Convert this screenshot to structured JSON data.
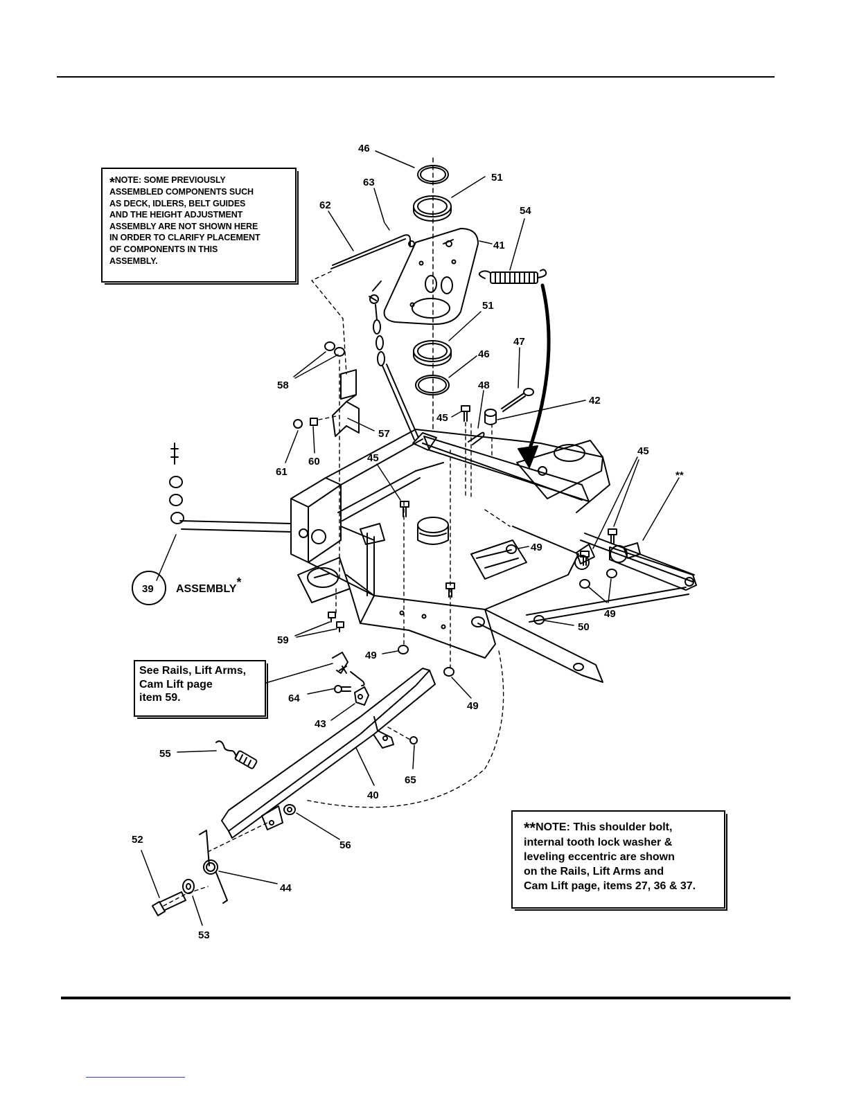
{
  "notes": {
    "deck_note": {
      "star": "*",
      "lines": [
        "NOTE: SOME PREVIOUSLY",
        "ASSEMBLED COMPONENTS SUCH",
        "AS DECK, IDLERS, BELT GUIDES",
        "AND THE HEIGHT ADJUSTMENT",
        "ASSEMBLY ARE NOT SHOWN HERE",
        "IN ORDER TO CLARIFY PLACEMENT",
        "OF COMPONENTS IN THIS",
        "ASSEMBLY."
      ]
    },
    "rails_note": {
      "lines": [
        "See Rails, Lift Arms,",
        "Cam Lift page",
        "item 59."
      ]
    },
    "bolt_note": {
      "star": "**",
      "lines": [
        "NOTE: This shoulder bolt,",
        "internal tooth lock washer &",
        "leveling eccentric are shown",
        "on the Rails, Lift Arms and",
        "Cam Lift page, items 27, 36 & 37."
      ]
    }
  },
  "assembly_ref": {
    "number": "39",
    "label": "ASSEMBLY",
    "star": "*"
  },
  "double_star_marker": "**",
  "callouts": {
    "c46a": "46",
    "c51a": "51",
    "c63": "63",
    "c62": "62",
    "c54": "54",
    "c41": "41",
    "c51b": "51",
    "c47": "47",
    "c46b": "46",
    "c58": "58",
    "c48": "48",
    "c42": "42",
    "c45a": "45",
    "c57": "57",
    "c45b": "45",
    "c45c": "45",
    "c61": "61",
    "c60": "60",
    "c49a": "49",
    "c49b": "49",
    "c50": "50",
    "c59": "59",
    "c49c": "49",
    "c49d": "49",
    "c64": "64",
    "c43": "43",
    "c55": "55",
    "c65": "65",
    "c40": "40",
    "c56": "56",
    "c52": "52",
    "c44": "44",
    "c53": "53"
  }
}
